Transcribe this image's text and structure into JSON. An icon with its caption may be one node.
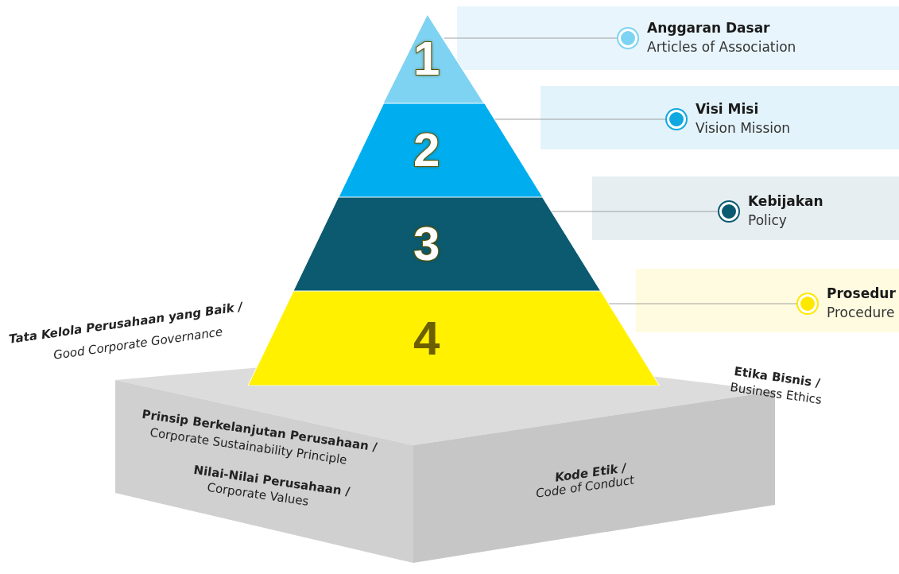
{
  "diagram": {
    "nodes": [
      {
        "text": [
          "1"
        ]
      },
      {
        "text": [
          "2"
        ]
      },
      {
        "text": [
          "3"
        ]
      },
      {
        "text": [
          "4"
        ]
      },
      {
        "text": [
          "Anggaran Dasar",
          "Articles of Association"
        ]
      },
      {
        "text": [
          "Visi Misi",
          "Vision Mission"
        ]
      },
      {
        "text": [
          "Kebijakan",
          "Policy"
        ]
      },
      {
        "text": [
          "Prosedur",
          "Procedure"
        ]
      }
    ],
    "edges": [
      {
        "from": 0,
        "to": 4,
        "arrow": "none"
      },
      {
        "from": 1,
        "to": 5,
        "arrow": "none"
      },
      {
        "from": 2,
        "to": 6,
        "arrow": "none"
      },
      {
        "from": 3,
        "to": 7,
        "arrow": "none"
      }
    ],
    "labels": [
      "Tata Kelola Perusahaan yang Baik /",
      "Good Corporate Governance",
      "Etika Bisnis /",
      "Business Ethics",
      "Prinsip Berkelanjutan Perusahaan /",
      "Corporate Sustainability Principle",
      "Nilai-Nilai Perusahaan /",
      "Corporate Values",
      "Kode Etik /",
      "Code of Conduct"
    ]
  }
}
